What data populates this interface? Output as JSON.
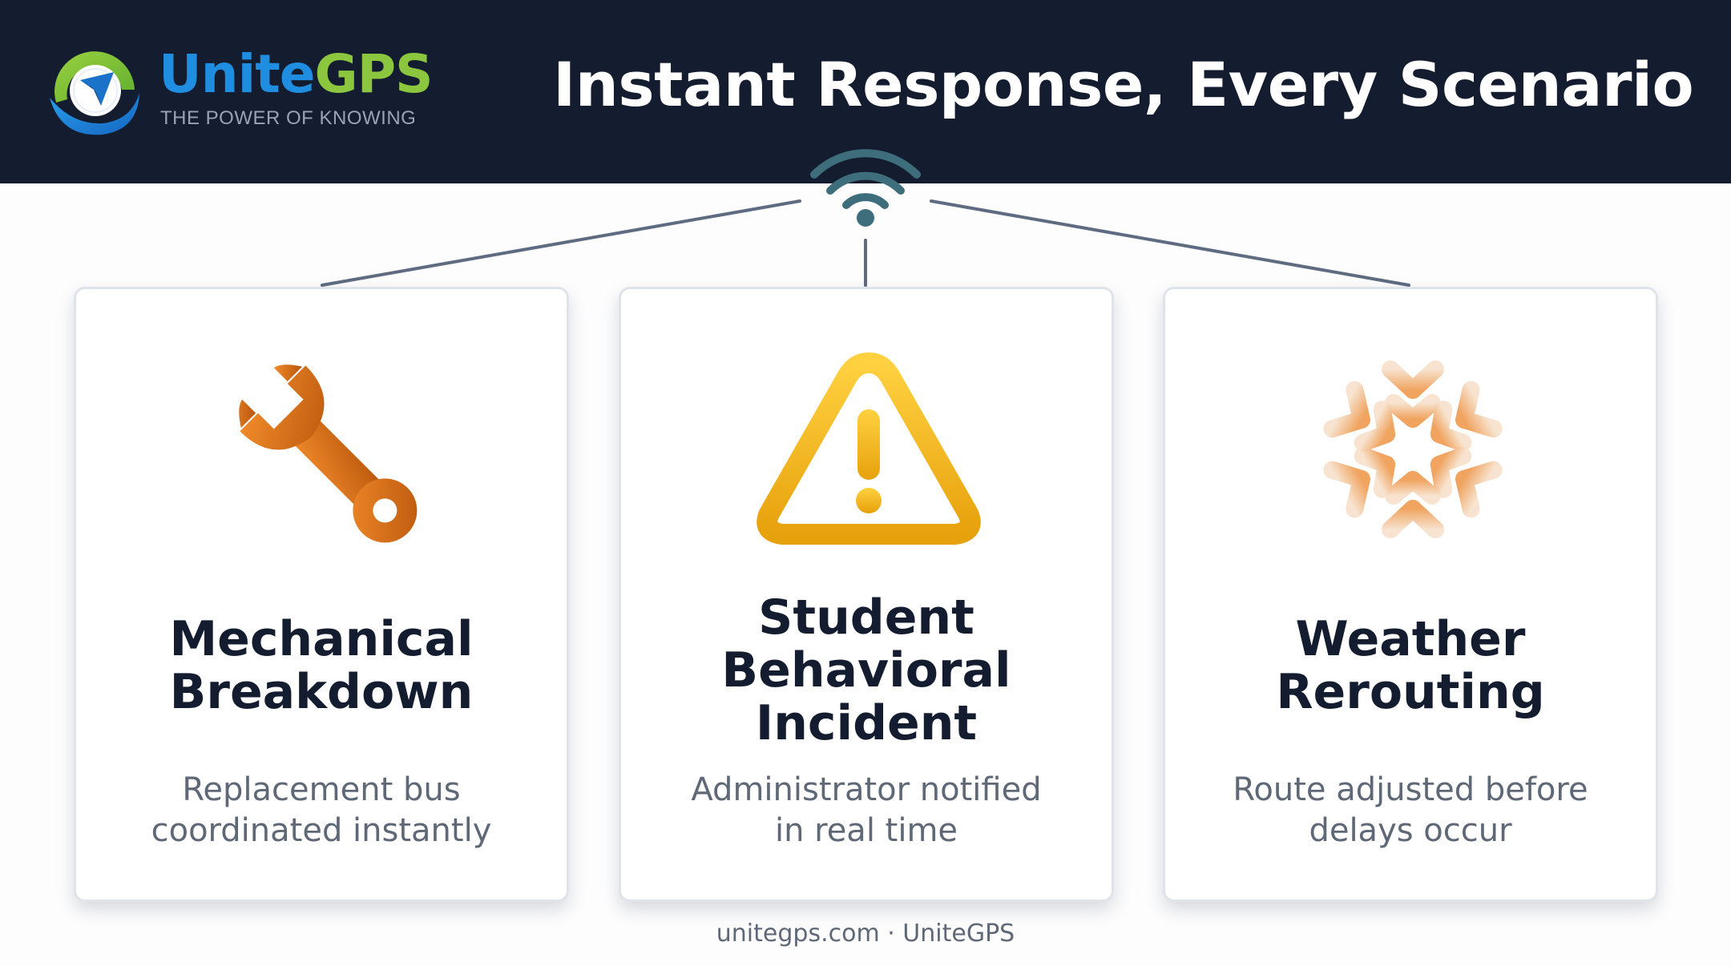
{
  "brand": {
    "name_part1": "Unite",
    "name_part2": "GPS",
    "tagline": "THE POWER OF KNOWING"
  },
  "header": {
    "title": "Instant Response, Every Scenario"
  },
  "hub_icon": "wifi-signal-icon",
  "cards": [
    {
      "icon": "wrench-icon",
      "title_lines": [
        "Mechanical",
        "Breakdown"
      ],
      "desc_lines": [
        "Replacement bus",
        "coordinated instantly"
      ]
    },
    {
      "icon": "warning-triangle-icon",
      "title_lines": [
        "Student",
        "Behavioral",
        "Incident"
      ],
      "desc_lines": [
        "Administrator notified",
        "in real time"
      ]
    },
    {
      "icon": "snowflake-icon",
      "title_lines": [
        "Weather",
        "Rerouting"
      ],
      "desc_lines": [
        "Route adjusted before",
        "delays occur"
      ]
    }
  ],
  "footer": {
    "text": "unitegps.com · UniteGPS"
  },
  "colors": {
    "header_bg": "#141d30",
    "brand_blue": "#1f8de0",
    "brand_green": "#8cc63f",
    "connector": "#5e6b80",
    "wifi": "#3e6e7b",
    "wrench": "#d96f17",
    "warning": "#f1b51c",
    "snowflake": "#f0b27a"
  }
}
